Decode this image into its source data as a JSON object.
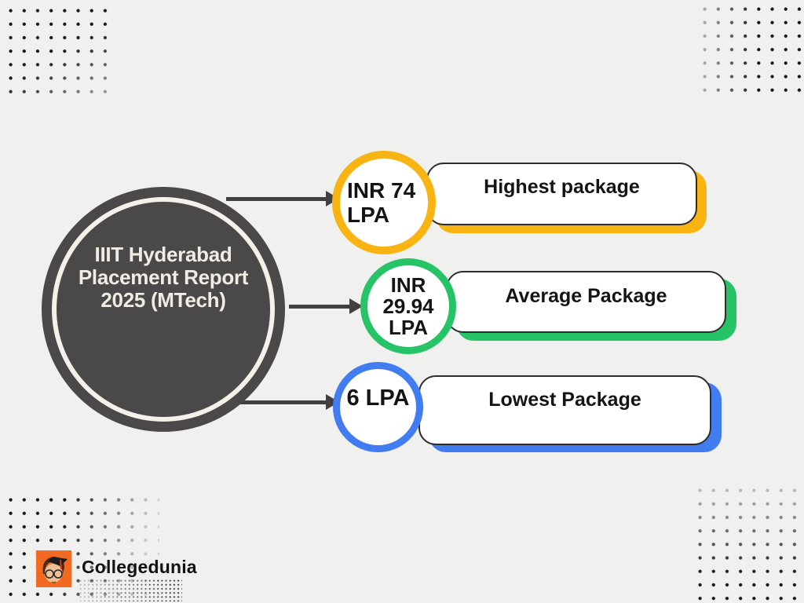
{
  "page": {
    "background_color": "#f0f0ee",
    "dark_color": "#4a4848"
  },
  "main_circle": {
    "title_line1": "IIIT Hyderabad",
    "title_line2": "Placement Report",
    "title_line3": "2025 (MTech)",
    "fill_color": "#4a4848",
    "text_color": "#f2ede4"
  },
  "nodes": [
    {
      "id": "highest-package",
      "value_line1": "INR 74",
      "value_line2": "LPA",
      "label": "Highest package",
      "accent_color": "#f7b413"
    },
    {
      "id": "average-package",
      "value_line1": "INR",
      "value_line2": "29.94",
      "value_line3": "LPA",
      "label": "Average Package",
      "accent_color": "#27c467"
    },
    {
      "id": "lowest-package",
      "value_line1": "6 LPA",
      "label": "Lowest Package",
      "accent_color": "#417df0"
    }
  ],
  "footer": {
    "brand_name": "Collegedunia",
    "logo_color": "#f26a21"
  }
}
